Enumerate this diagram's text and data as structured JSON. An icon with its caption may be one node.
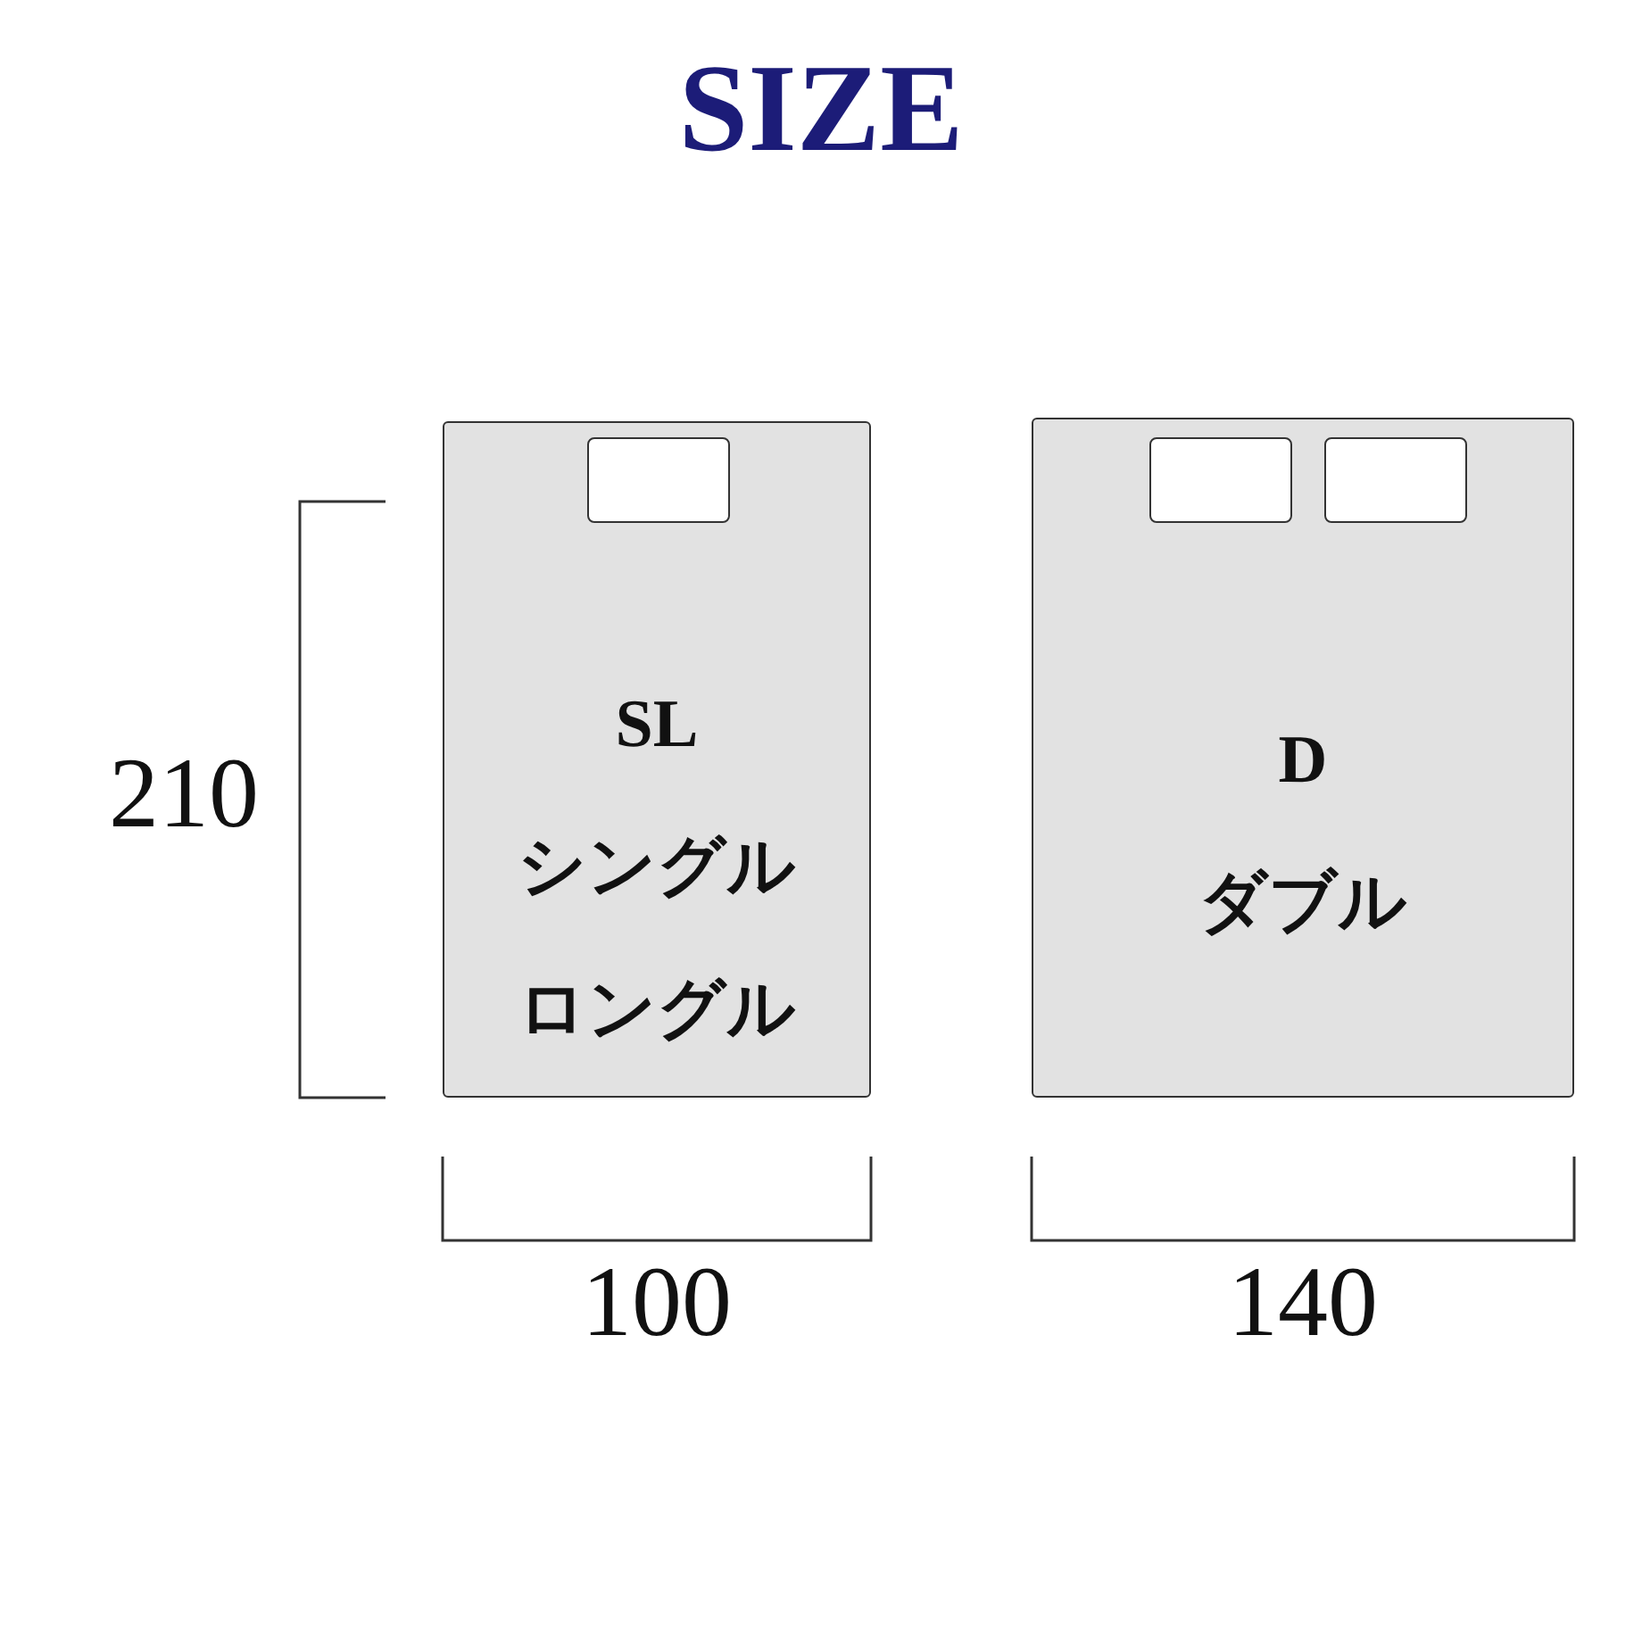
{
  "diagram": {
    "title": "SIZE",
    "nodes": [
      {
        "text": [
          "SL",
          "シングル",
          "ロングル"
        ]
      },
      {
        "text": [],
        "shape": "box",
        "in": 0
      },
      {
        "text": [
          "D",
          "ダブル"
        ]
      },
      {
        "text": [],
        "shape": "box",
        "in": 2
      },
      {
        "text": [],
        "shape": "box",
        "in": 2
      }
    ],
    "labels": [
      "210",
      "100",
      "140"
    ]
  }
}
